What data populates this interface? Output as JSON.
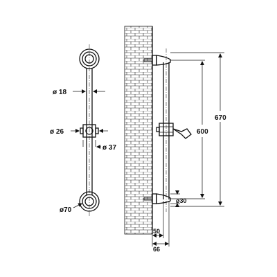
{
  "front_view": {
    "label_d18": "ø 18",
    "label_d26": "ø 26",
    "label_d37": "ø 37",
    "label_d70": "ø70"
  },
  "side_view": {
    "label_600": "600",
    "label_670": "670",
    "label_d30": "ø30",
    "label_50": "50",
    "label_66": "66"
  },
  "colors": {
    "line": "#111111",
    "background": "#ffffff"
  }
}
